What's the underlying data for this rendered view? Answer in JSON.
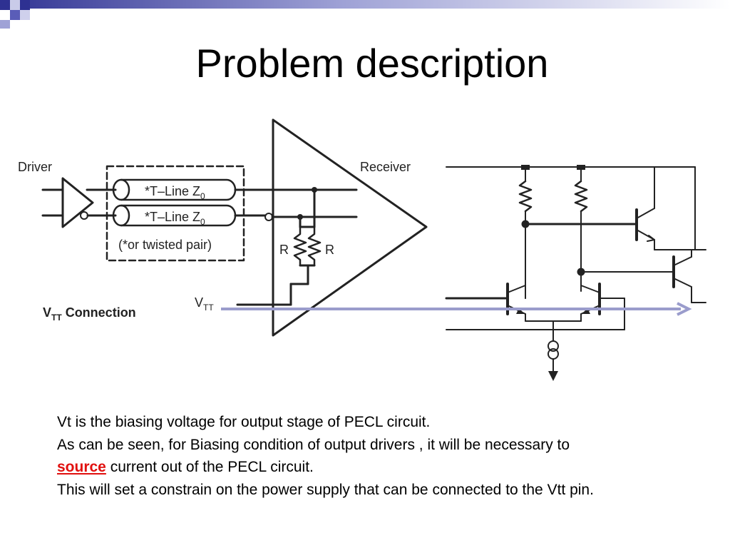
{
  "slide": {
    "title": "Problem description",
    "accent_colors": [
      "#2e3192",
      "#5a5db8",
      "#9fa2d6",
      "#cfd0ec"
    ]
  },
  "diagram": {
    "driver_label": "Driver",
    "receiver_label": "Receiver",
    "tline_label": "*T–Line Z",
    "tline_subscript": "0",
    "twisted_pair_note": "(*or twisted pair)",
    "resistor_label_left": "R",
    "resistor_label_right": "R",
    "vtt_prefix": "V",
    "vtt_subscript": "TT",
    "vtt_connection_prefix": "V",
    "vtt_connection_subscript": "TT",
    "vtt_connection_suffix": " Connection",
    "arrow_color": "#9a9ccc"
  },
  "text": {
    "line1": "Vt is the biasing voltage for output stage of PECL circuit.",
    "line2": "As can be seen, for Biasing condition of output drivers , it will be necessary to",
    "emphasis": "source",
    "line3_rest": " current out of the PECL circuit.",
    "line4": "This will set a constrain on the power supply that can be connected to the Vtt pin."
  }
}
